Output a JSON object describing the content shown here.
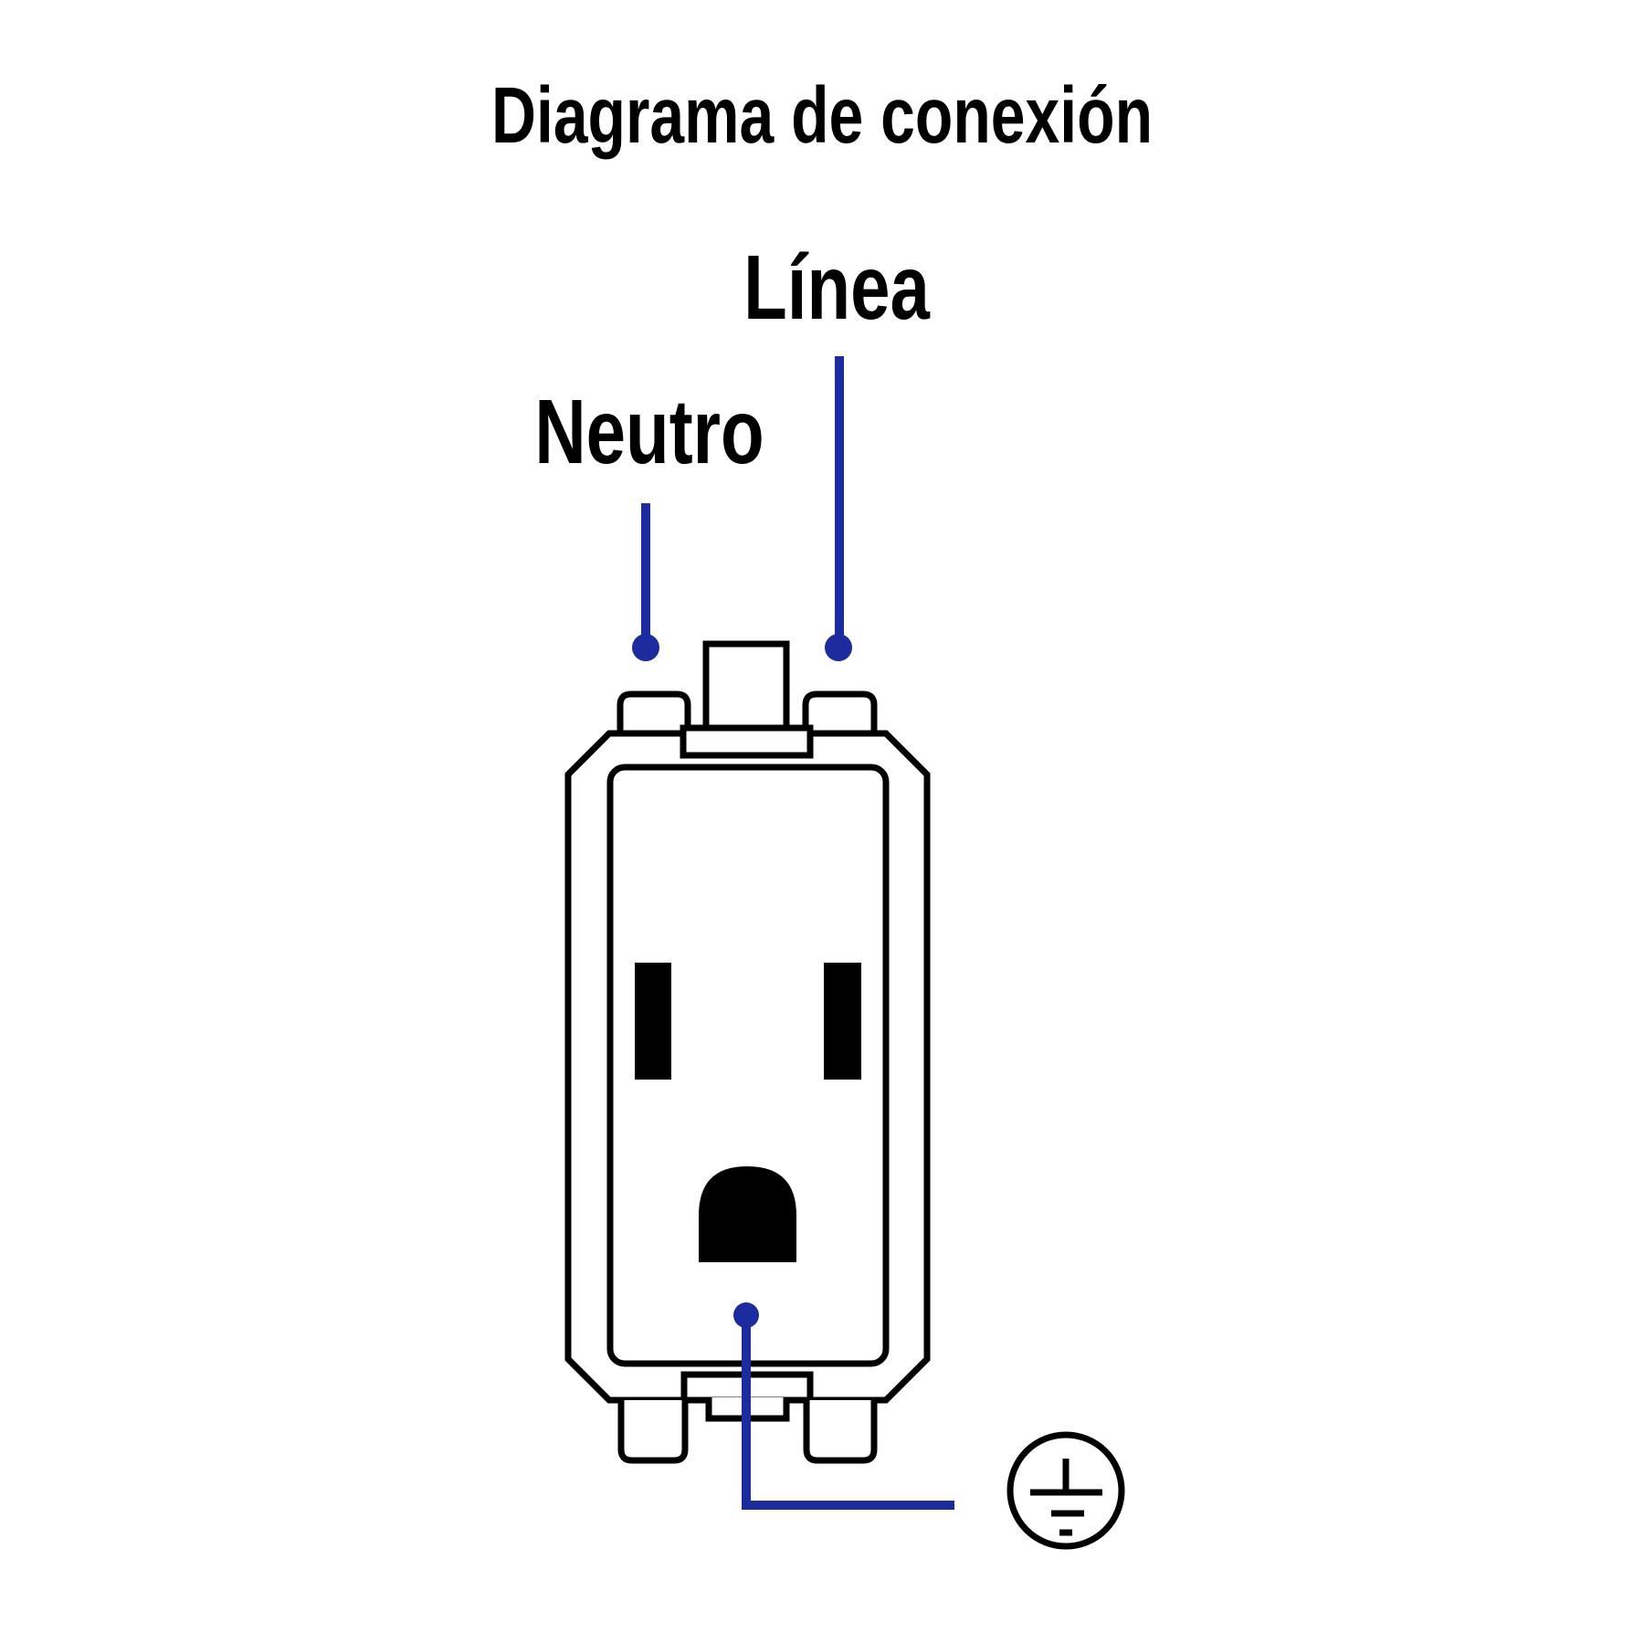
{
  "title": "Diagrama de conexión",
  "labels": {
    "line": "Línea",
    "neutral": "Neutro"
  },
  "icons": {
    "ground": "earth-ground-icon"
  },
  "colors": {
    "wire_blue": "#1c2b9e",
    "outline_black": "#000000",
    "text_black": "#000000",
    "background": "#ffffff"
  }
}
